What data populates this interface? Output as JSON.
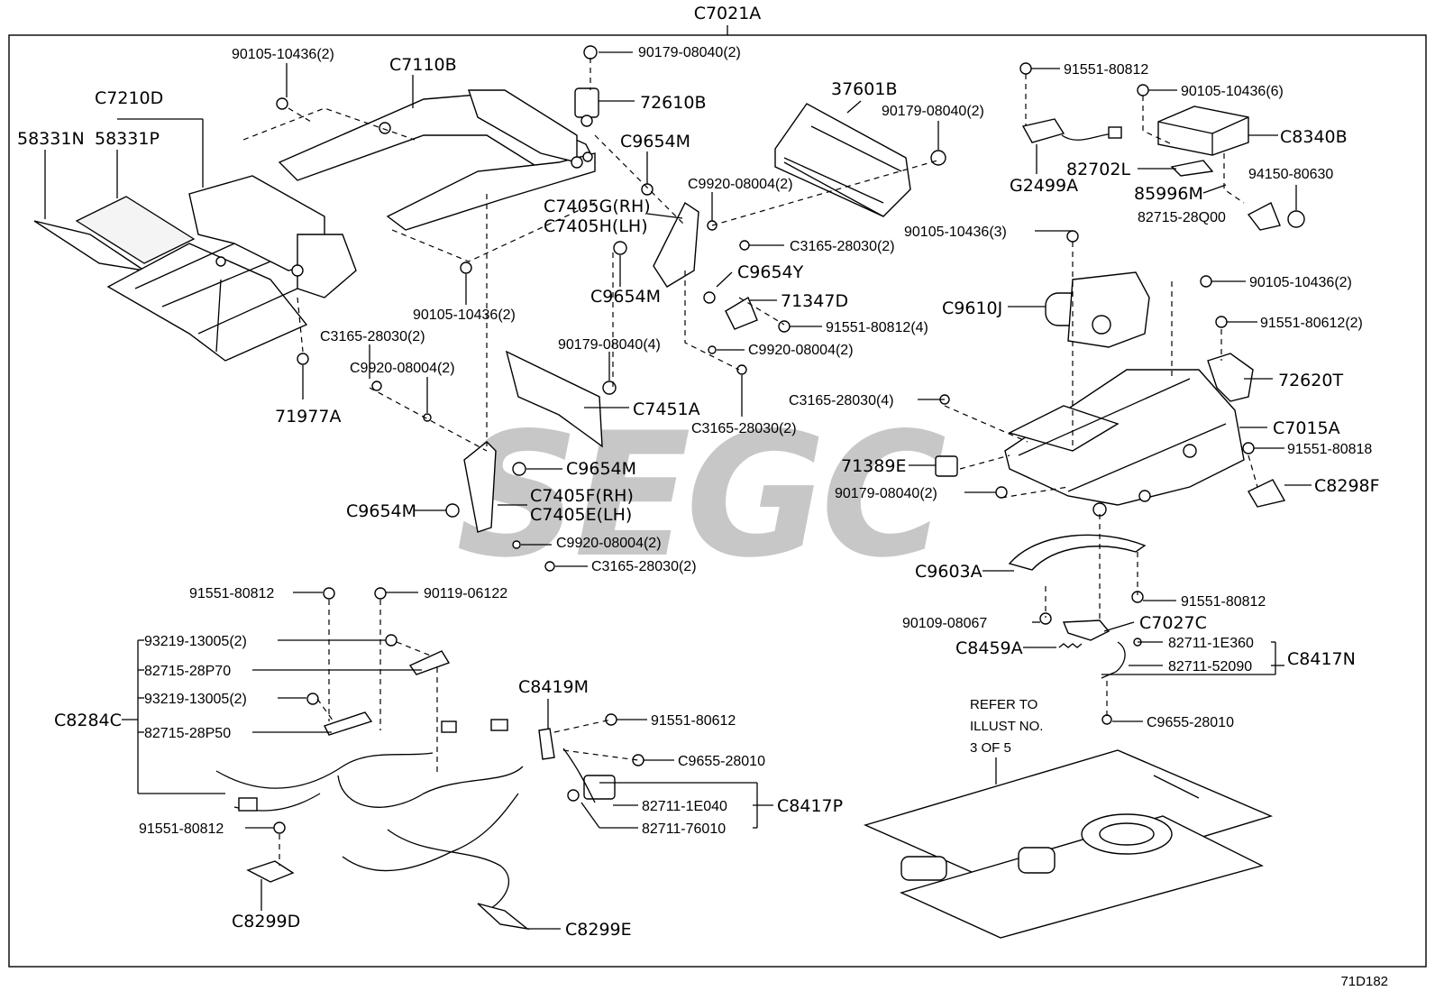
{
  "diagram": {
    "assembly_label": "C7021A",
    "figure_number": "71D182",
    "watermark": "SEGC",
    "refer_note": [
      "REFER TO",
      "ILLUST NO.",
      "3 OF 5"
    ]
  },
  "callouts": {
    "c7021a": "C7021A",
    "c7210d": "C7210D",
    "p58331n": "58331N",
    "p58331p": "58331P",
    "b90105_10436_2a": "90105-10436(2)",
    "c7110b": "C7110B",
    "n90179_08040_2a": "90179-08040(2)",
    "p72610b": "72610B",
    "c9654m_a": "C9654M",
    "c9920_08004_2a": "C9920-08004(2)",
    "c7405g": "C7405G(RH)",
    "c7405h": "C7405H(LH)",
    "c3165_28030_2a": "C3165-28030(2)",
    "c9654y": "C9654Y",
    "c9654m_b": "C9654M",
    "p71347d": "71347D",
    "b91551_80812_4": "91551-80812(4)",
    "c9920_08004_2b": "C9920-08004(2)",
    "b90105_10436_2b": "90105-10436(2)",
    "c3165_28030_2b": "C3165-28030(2)",
    "c9920_08004_2c": "C9920-08004(2)",
    "p71977a": "71977A",
    "n90179_08040_4": "90179-08040(4)",
    "c7451a": "C7451A",
    "c3165_28030_2c": "C3165-28030(2)",
    "c9654m_c": "C9654M",
    "c9654m_d": "C9654M",
    "c7405f": "C7405F(RH)",
    "c7405e": "C7405E(LH)",
    "c9920_08004_2d": "C9920-08004(2)",
    "c3165_28030_2d": "C3165-28030(2)",
    "p37601b": "37601B",
    "n90179_08040_2b": "90179-08040(2)",
    "b91551_80812_a": "91551-80812",
    "b90105_10436_6": "90105-10436(6)",
    "c8340b": "C8340B",
    "g2499a": "G2499A",
    "p82702l": "82702L",
    "p85996m": "85996M",
    "p94150_80630": "94150-80630",
    "p82715_28q00": "82715-28Q00",
    "b90105_10436_3": "90105-10436(3)",
    "b90105_10436_2c": "90105-10436(2)",
    "c9610j": "C9610J",
    "b91551_80612_2": "91551-80612(2)",
    "p72620t": "72620T",
    "c3165_28030_4": "C3165-28030(4)",
    "c7015a": "C7015A",
    "b91551_80818": "91551-80818",
    "p71389e": "71389E",
    "c8298f": "C8298F",
    "n90179_08040_2c": "90179-08040(2)",
    "c9603a": "C9603A",
    "b91551_80812_b": "91551-80812",
    "b90109_08067": "90109-08067",
    "c7027c": "C7027C",
    "c8459a": "C8459A",
    "p82711_1e360": "82711-1E360",
    "p82711_52090": "82711-52090",
    "c8417n": "C8417N",
    "c9655_28010_a": "C9655-28010",
    "b91551_80812_c": "91551-80812",
    "b90119_06122": "90119-06122",
    "p93219_13005_2a": "93219-13005(2)",
    "p82715_28p70": "82715-28P70",
    "c8284c": "C8284C",
    "p93219_13005_2b": "93219-13005(2)",
    "p82715_28p50": "82715-28P50",
    "c8419m": "C8419M",
    "b91551_80612": "91551-80612",
    "c9655_28010_b": "C9655-28010",
    "p82711_1e040": "82711-1E040",
    "c8417p": "C8417P",
    "p82711_76010": "82711-76010",
    "b91551_80812_d": "91551-80812",
    "c8299d": "C8299D",
    "c8299e": "C8299E"
  }
}
